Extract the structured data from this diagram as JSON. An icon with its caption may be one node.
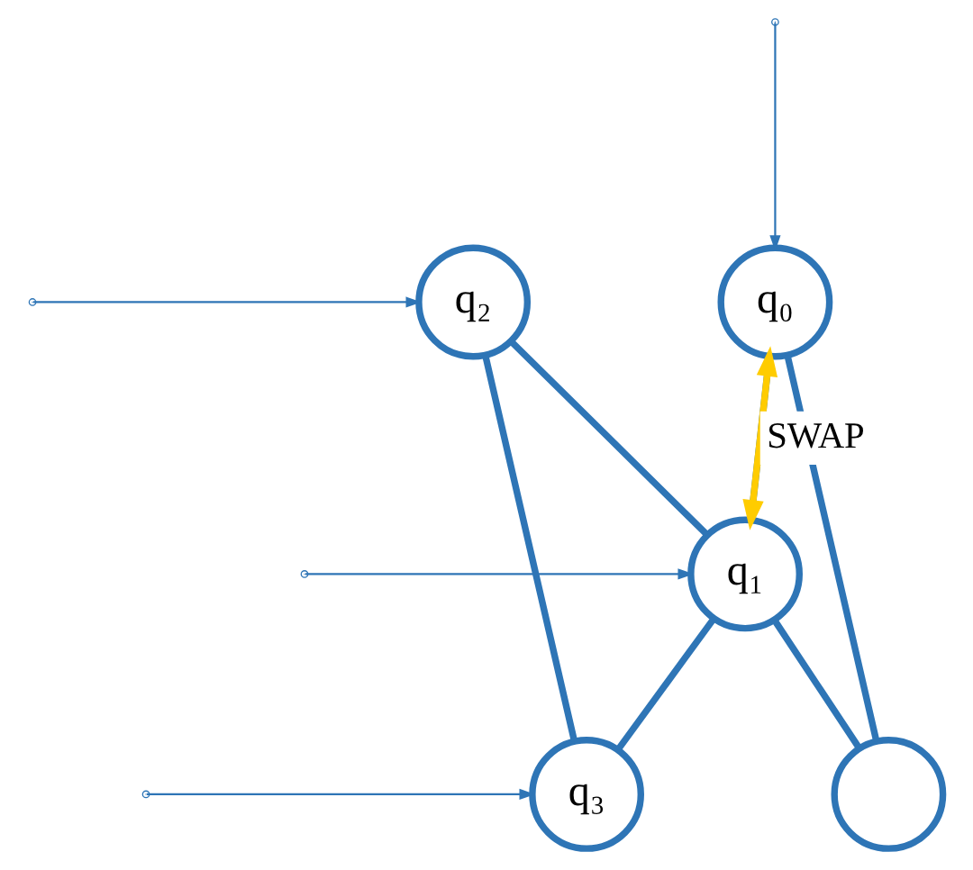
{
  "diagram": {
    "nodes": [
      {
        "text": [
          "q₂"
        ]
      },
      {
        "text": [
          "q₀"
        ]
      },
      {
        "text": [
          "q₁"
        ]
      },
      {
        "text": [
          "q₃"
        ]
      },
      {
        "text": [],
        "shape": "circle"
      }
    ],
    "edges": [
      {
        "from": 0,
        "to": 2,
        "arrow": "none"
      },
      {
        "from": 0,
        "to": 3,
        "arrow": "none"
      },
      {
        "from": 1,
        "to": 2,
        "arrow": "none"
      },
      {
        "from": 1,
        "to": 4,
        "arrow": "none"
      },
      {
        "from": 2,
        "to": 3,
        "arrow": "none"
      },
      {
        "from": 2,
        "to": 4,
        "arrow": "none"
      },
      {
        "from": 2,
        "to": 1,
        "arrow": "both",
        "label": "SWAP",
        "color": "#ffcc00"
      },
      {
        "from": null,
        "to": 1,
        "arrow": "to"
      },
      {
        "from": null,
        "to": 0,
        "arrow": "to"
      },
      {
        "from": null,
        "to": 2,
        "arrow": "to"
      },
      {
        "from": null,
        "to": 3,
        "arrow": "to"
      }
    ]
  }
}
